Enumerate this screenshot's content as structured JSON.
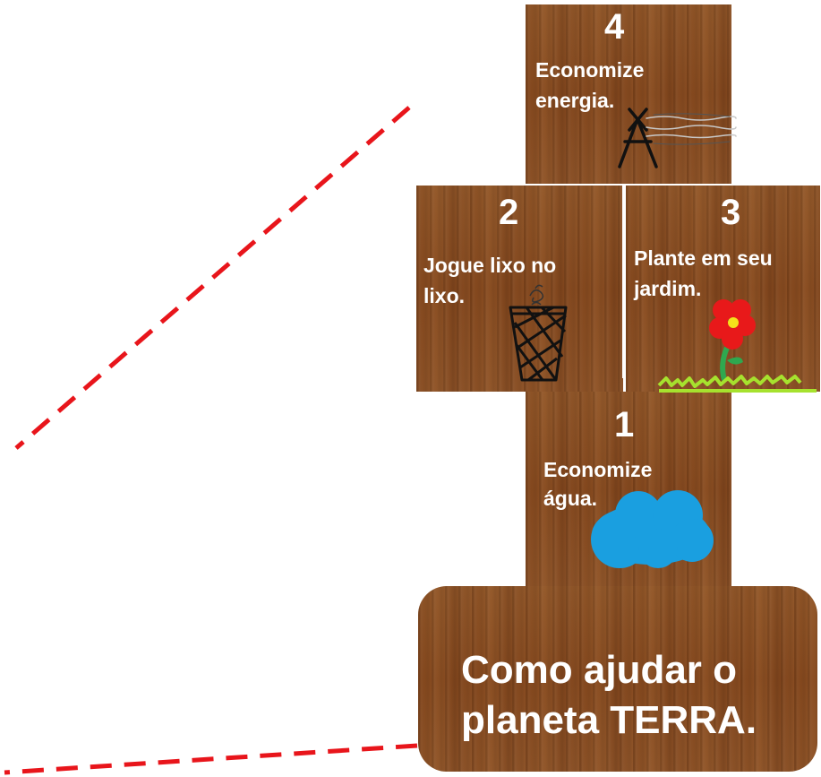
{
  "squares": [
    {
      "number": "1",
      "text_lines": [
        "Economize",
        "água."
      ],
      "icon": "water-puddle-icon"
    },
    {
      "number": "2",
      "text_lines": [
        "Jogue lixo no",
        "lixo."
      ],
      "icon": "trash-bin-icon"
    },
    {
      "number": "3",
      "text_lines": [
        "Plante em seu",
        "jardim."
      ],
      "icon": "flower-icon"
    },
    {
      "number": "4",
      "text_lines": [
        "Economize",
        "energia."
      ],
      "icon": "power-tower-icon"
    }
  ],
  "base": {
    "title_lines": [
      "Como ajudar o",
      "planeta TERRA."
    ]
  },
  "colors": {
    "wood": "#8b5228",
    "text": "#ffffff",
    "dashed_line": "#e8151b",
    "water": "#1a9fe0",
    "flower": "#e8191a",
    "flower_center": "#f5e21a",
    "stem": "#2fa84f",
    "grass": "#a6e22e"
  }
}
